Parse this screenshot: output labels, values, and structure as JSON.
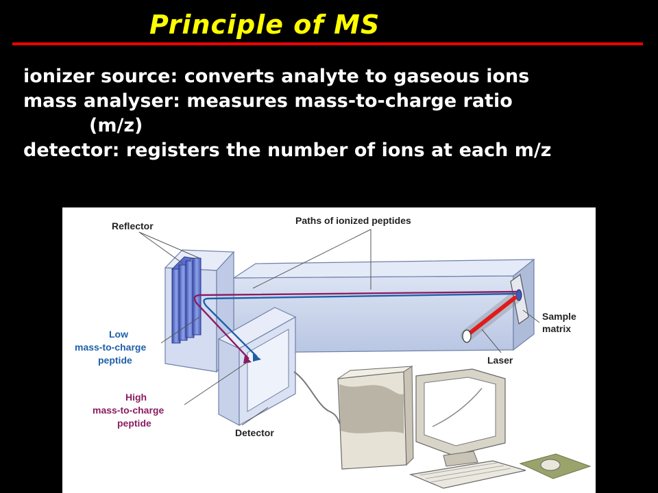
{
  "slide": {
    "title": "Principle of MS",
    "bullets": [
      "ionizer source: converts analyte to gaseous ions",
      "mass analyser: measures mass-to-charge ratio",
      "(m/z)",
      "detector: registers the number of ions at each m/z"
    ]
  },
  "figure": {
    "labels": {
      "reflector": "Reflector",
      "paths": "Paths of ionized peptides",
      "sample_line1": "Sample",
      "sample_line2": "matrix",
      "laser": "Laser",
      "low_line1": "Low",
      "low_line2": "mass-to-charge",
      "low_line3": "peptide",
      "high_line1": "High",
      "high_line2": "mass-to-charge",
      "high_line3": "peptide",
      "detector": "Detector"
    },
    "colors": {
      "title": "#ffff00",
      "rule": "#ff0000",
      "low_label": "#1f5fa8",
      "high_label": "#8b1c62",
      "laser": "#e01b1b",
      "tube": "#c8d3ea"
    }
  }
}
